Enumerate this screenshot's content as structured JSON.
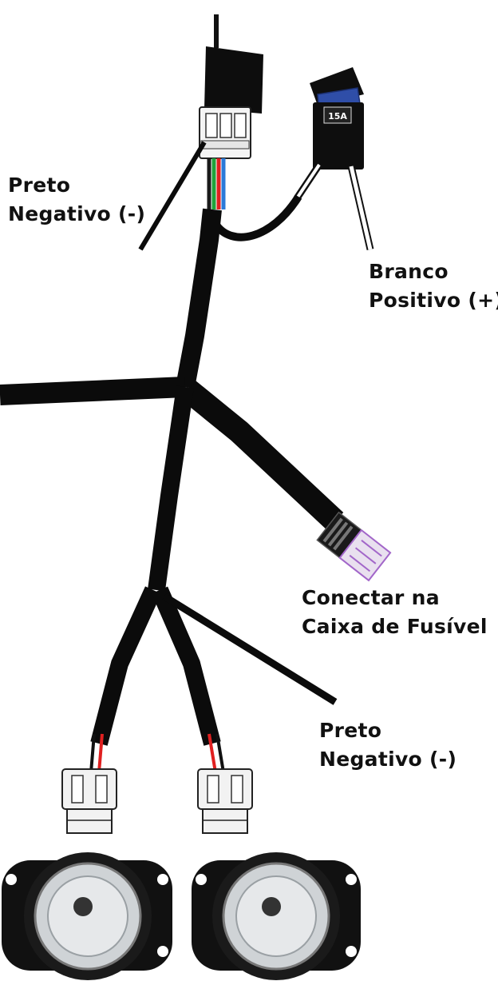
{
  "labels": {
    "top_left": {
      "line1": "Preto",
      "line2": "Negativo (-)"
    },
    "right": {
      "line1": "Branco",
      "line2": "Positivo (+)"
    },
    "fuse_box": {
      "line1": "Conectar na",
      "line2": "Caixa de Fusível"
    },
    "bottom": {
      "line1": "Preto",
      "line2": "Negativo (-)"
    }
  },
  "fuse": {
    "rating": "15A"
  },
  "colors": {
    "harness": "#0b0b0b",
    "fuse_blue": "#2f4ea8",
    "wire_red": "#e02020",
    "wire_green": "#1fa33a",
    "wire_blue": "#2a7ad9",
    "connector_purple": "#a266c9"
  }
}
